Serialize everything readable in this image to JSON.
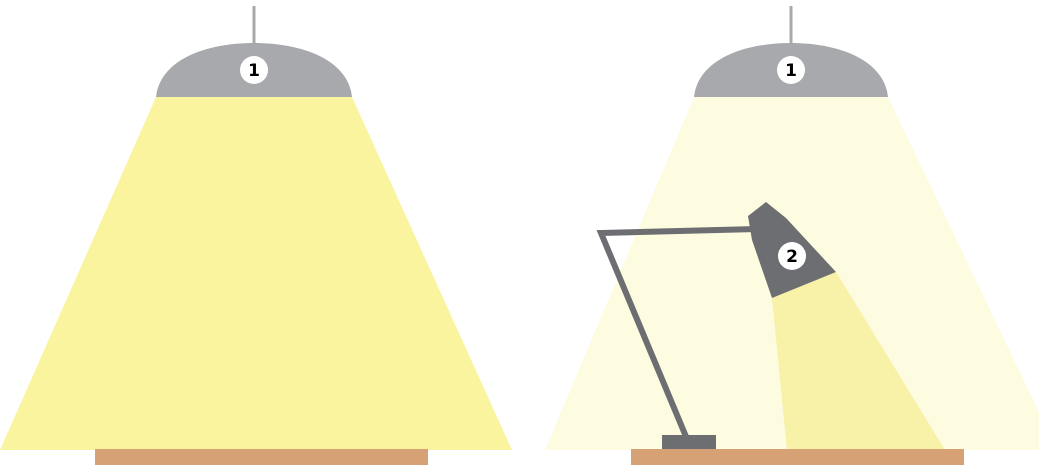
{
  "colors": {
    "background": "#ffffff",
    "lamp_gray": "#a7a9ac",
    "desk_lamp_gray": "#6d6e71",
    "light_strong": "#fbf49f",
    "light_soft": "#fdfbe0",
    "light_medium": "#f8f1a8",
    "desk": "#d6a175",
    "badge_fill": "#ffffff",
    "badge_text": "#000000"
  },
  "left_scene": {
    "ceiling_lamp": {
      "icon": "pendant-lamp-icon",
      "badge": "1"
    },
    "light": "strong"
  },
  "right_scene": {
    "ceiling_lamp": {
      "icon": "pendant-lamp-icon",
      "badge": "1"
    },
    "light": "soft",
    "desk_lamp": {
      "icon": "desk-lamp-icon",
      "badge": "2",
      "light": "medium"
    }
  }
}
